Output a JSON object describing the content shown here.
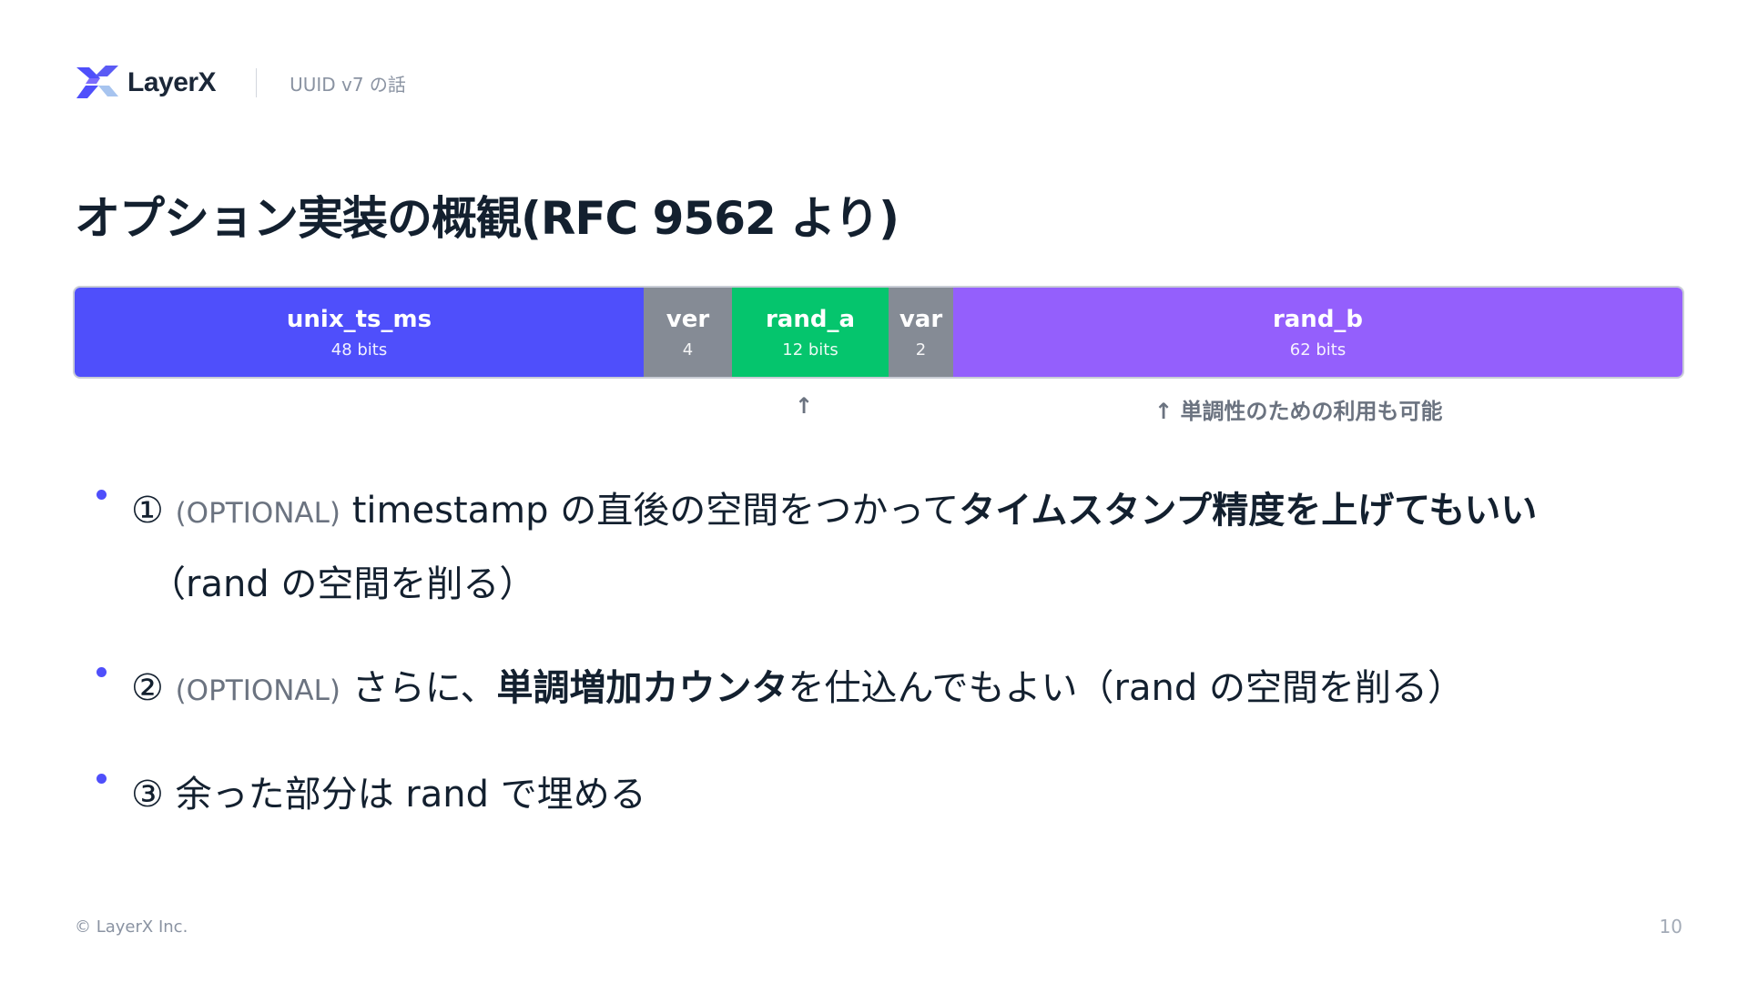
{
  "header": {
    "logo_text": "LayerX",
    "subtitle": "UUID v7 の話"
  },
  "title": "オプション実装の概観(RFC 9562 より)",
  "bit_layout": {
    "segments": [
      {
        "name": "unix_ts_ms",
        "bits": "48 bits",
        "color": "#4f4ffb"
      },
      {
        "name": "ver",
        "bits": "4",
        "color": "#858b95"
      },
      {
        "name": "rand_a",
        "bits": "12 bits",
        "color": "#05c56d"
      },
      {
        "name": "var",
        "bits": "2",
        "color": "#858b95"
      },
      {
        "name": "rand_b",
        "bits": "62 bits",
        "color": "#945ffc"
      }
    ],
    "note_rand_a": "↑",
    "note_rand_b": "↑ 単調性のための利用も可能"
  },
  "bullets": [
    {
      "marker": "①",
      "optional": "(OPTIONAL)",
      "text_before": "timestamp の直後の空間をつかって",
      "text_bold": "タイムスタンプ精度を上げてもいい",
      "text_after": "",
      "line2": "（rand の空間を削る）"
    },
    {
      "marker": "②",
      "optional": "(OPTIONAL)",
      "text_before": "さらに、",
      "text_bold": "単調増加カウンタ",
      "text_after": "を仕込んでもよい（rand の空間を削る）"
    },
    {
      "marker": "③",
      "text": "余った部分は rand で埋める"
    }
  ],
  "footer": {
    "copyright": "© LayerX Inc.",
    "page_number": "10"
  },
  "colors": {
    "accent": "#4f4ffb",
    "text": "#13202f",
    "muted": "#6b7380"
  }
}
